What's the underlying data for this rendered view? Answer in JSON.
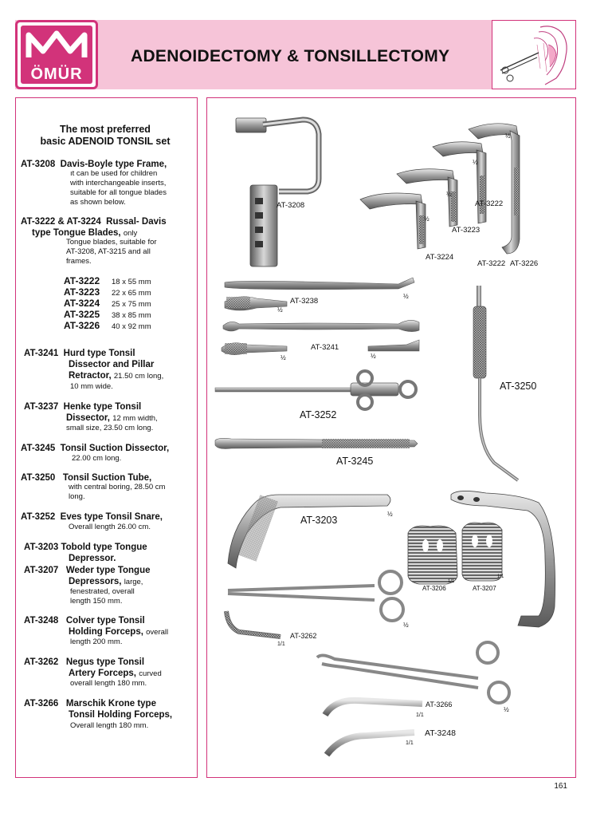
{
  "header": {
    "brand": "ÖMÜR",
    "title": "ADENOIDECTOMY & TONSILLECTOMY",
    "brand_color": "#d2337a",
    "band_color": "#f6c4d8"
  },
  "set": {
    "title_line1": "The most preferred",
    "title_line2": "basic ADENOID TONSIL set"
  },
  "entries": {
    "e3208": {
      "code": "AT-3208",
      "name": "Davis-Boyle type Frame,",
      "d1": "ıt can  be used for children",
      "d2": "with interchangeable inserts,",
      "d3": "suitable for all tongue blades",
      "d4": "as shown below."
    },
    "e3222": {
      "code": "AT-3222 & AT-3224",
      "name1": "Russal- Davis",
      "name2": "type Tongue Blades,",
      "only": "only",
      "d1": "Tongue blades, suitable for",
      "d2": "AT-3208, AT-3215 and all",
      "d3": "frames."
    },
    "sizes": [
      {
        "code": "AT-3222",
        "dim": "18 x 55 mm"
      },
      {
        "code": "AT-3223",
        "dim": "22 x 65 mm"
      },
      {
        "code": "AT-3224",
        "dim": "25 x 75 mm"
      },
      {
        "code": "AT-3225",
        "dim": "38 x 85 mm"
      },
      {
        "code": "AT-3226",
        "dim": "40 x 92 mm"
      }
    ],
    "e3241": {
      "code": "AT-3241",
      "l1": "Hurd type Tonsil",
      "l2": "Dissector and Pillar",
      "l3": "Retractor,",
      "d1": "21.50 cm long,",
      "d2": "10 mm wide."
    },
    "e3237": {
      "code": "AT-3237",
      "l1": "Henke type Tonsil",
      "l2": "Dissector,",
      "d1": "12 mm width,",
      "d2": "small size, 23.50 cm long."
    },
    "e3245": {
      "code": "AT-3245",
      "l1": "Tonsil Suction Dissector,",
      "d1": "22.00 cm long."
    },
    "e3250": {
      "code": "AT-3250",
      "l1": "Tonsil Suction Tube,",
      "d1": "with central boring, 28.50 cm",
      "d2": "long."
    },
    "e3252": {
      "code": "AT-3252",
      "l1": "Eves type Tonsil Snare,",
      "d1": "Overall length 26.00 cm."
    },
    "e3203": {
      "code": "AT-3203",
      "l1": "Tobold type Tongue",
      "l2": "Depressor."
    },
    "e3207": {
      "code": "AT-3207",
      "l1": "Weder type Tongue",
      "l2": "Depressors,",
      "d0": "large,",
      "d1": "fenestrated,  overall",
      "d2": "length 150 mm."
    },
    "e3248": {
      "code": "AT-3248",
      "l1": "Colver type Tonsil",
      "l2": "Holding Forceps,",
      "d0": "overall",
      "d1": "length 200 mm."
    },
    "e3262": {
      "code": "AT-3262",
      "l1": "Negus type Tonsil",
      "l2": "Artery Forceps,",
      "d0": "curved",
      "d1": "overall length 180 mm."
    },
    "e3266": {
      "code": "AT-3266",
      "l1": "Marschik Krone type",
      "l2": "Tonsil Holding Forceps,",
      "d1": "Overall length 180 mm."
    }
  },
  "figure_labels": {
    "at3208": "AT-3208",
    "at3222a": "AT-3222",
    "at3223": "AT-3223",
    "at3224": "AT-3224",
    "at3222b": "AT-3222",
    "at3226": "AT-3226",
    "at3238": "AT-3238",
    "at3241": "AT-3241",
    "at3250": "AT-3250",
    "at3252": "AT-3252",
    "at3245": "AT-3245",
    "at3203": "AT-3203",
    "at3206": "AT-3206",
    "at3207": "AT-3207",
    "at3262": "AT-3262",
    "at3266": "AT-3266",
    "at3248": "AT-3248",
    "half": "½",
    "one": "1/1"
  },
  "page_number": "161"
}
